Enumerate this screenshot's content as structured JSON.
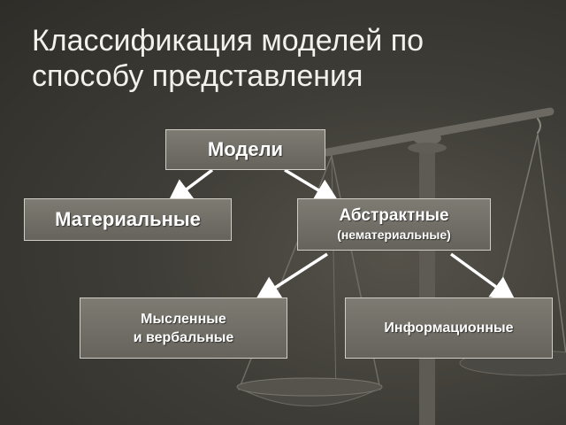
{
  "slide": {
    "title": "Классификация моделей по способу представления"
  },
  "diagram": {
    "root": "Модели",
    "material": "Материальные",
    "abstract": {
      "main": "Абстрактные",
      "sub": "(нематериальные)"
    },
    "mental": {
      "line1": "Мысленные",
      "line2": "и вербальные"
    },
    "informational": "Информационные"
  },
  "colors": {
    "box_fill": "#74726a",
    "box_border": "#cfcdc5",
    "arrow": "#ffffff",
    "background": "#3f3d37"
  }
}
